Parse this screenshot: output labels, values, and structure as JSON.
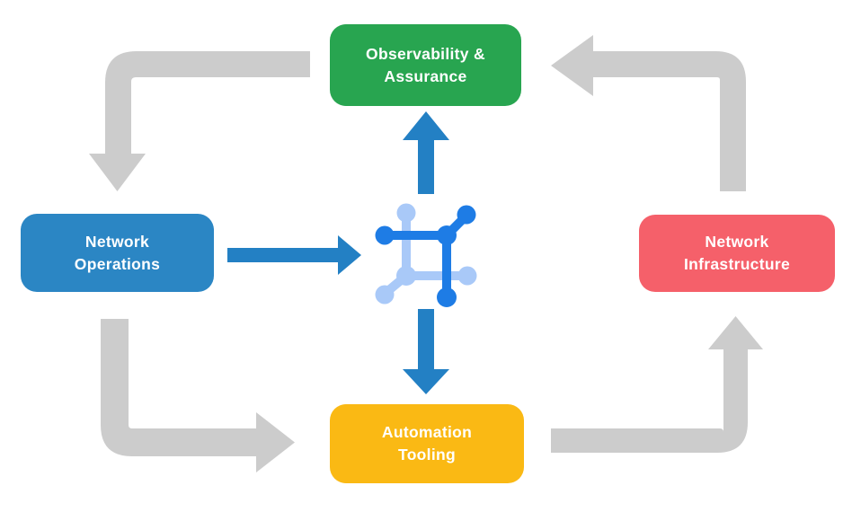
{
  "diagram": {
    "type": "cycle-flow-diagram",
    "background": "#ffffff",
    "nodes": {
      "observability": {
        "line1": "Observability &",
        "line2": "Assurance",
        "color": "#28A550"
      },
      "operations": {
        "line1": "Network",
        "line2": "Operations",
        "color": "#2B86C4"
      },
      "infrastructure": {
        "line1": "Network",
        "line2": "Infrastructure",
        "color": "#F5606A"
      },
      "automation": {
        "line1": "Automation",
        "line2": "Tooling",
        "color": "#FAB914"
      }
    },
    "center_icon": {
      "name": "network-automation-mesh-icon"
    },
    "flows": {
      "outer_cycle": [
        {
          "from": "Observability & Assurance",
          "to": "Network Operations"
        },
        {
          "from": "Network Operations",
          "to": "Automation Tooling"
        },
        {
          "from": "Automation Tooling",
          "to": "Network Infrastructure"
        },
        {
          "from": "Network Infrastructure",
          "to": "Observability & Assurance"
        }
      ],
      "center_links": [
        {
          "from": "Network Operations",
          "to": "center-icon"
        },
        {
          "from": "center-icon",
          "to": "Observability & Assurance"
        },
        {
          "from": "center-icon",
          "to": "Automation Tooling"
        }
      ]
    },
    "colors": {
      "gray_arrow": "#CCCCCC",
      "blue_arrow": "#2380C4",
      "icon_dark_blue": "#1E7CE5",
      "icon_light_blue": "#A9C9F8",
      "label_text": "#FFFFFF",
      "green": "#28A550",
      "blue": "#2B86C4",
      "red": "#F5606A",
      "yellow": "#FAB914"
    }
  }
}
